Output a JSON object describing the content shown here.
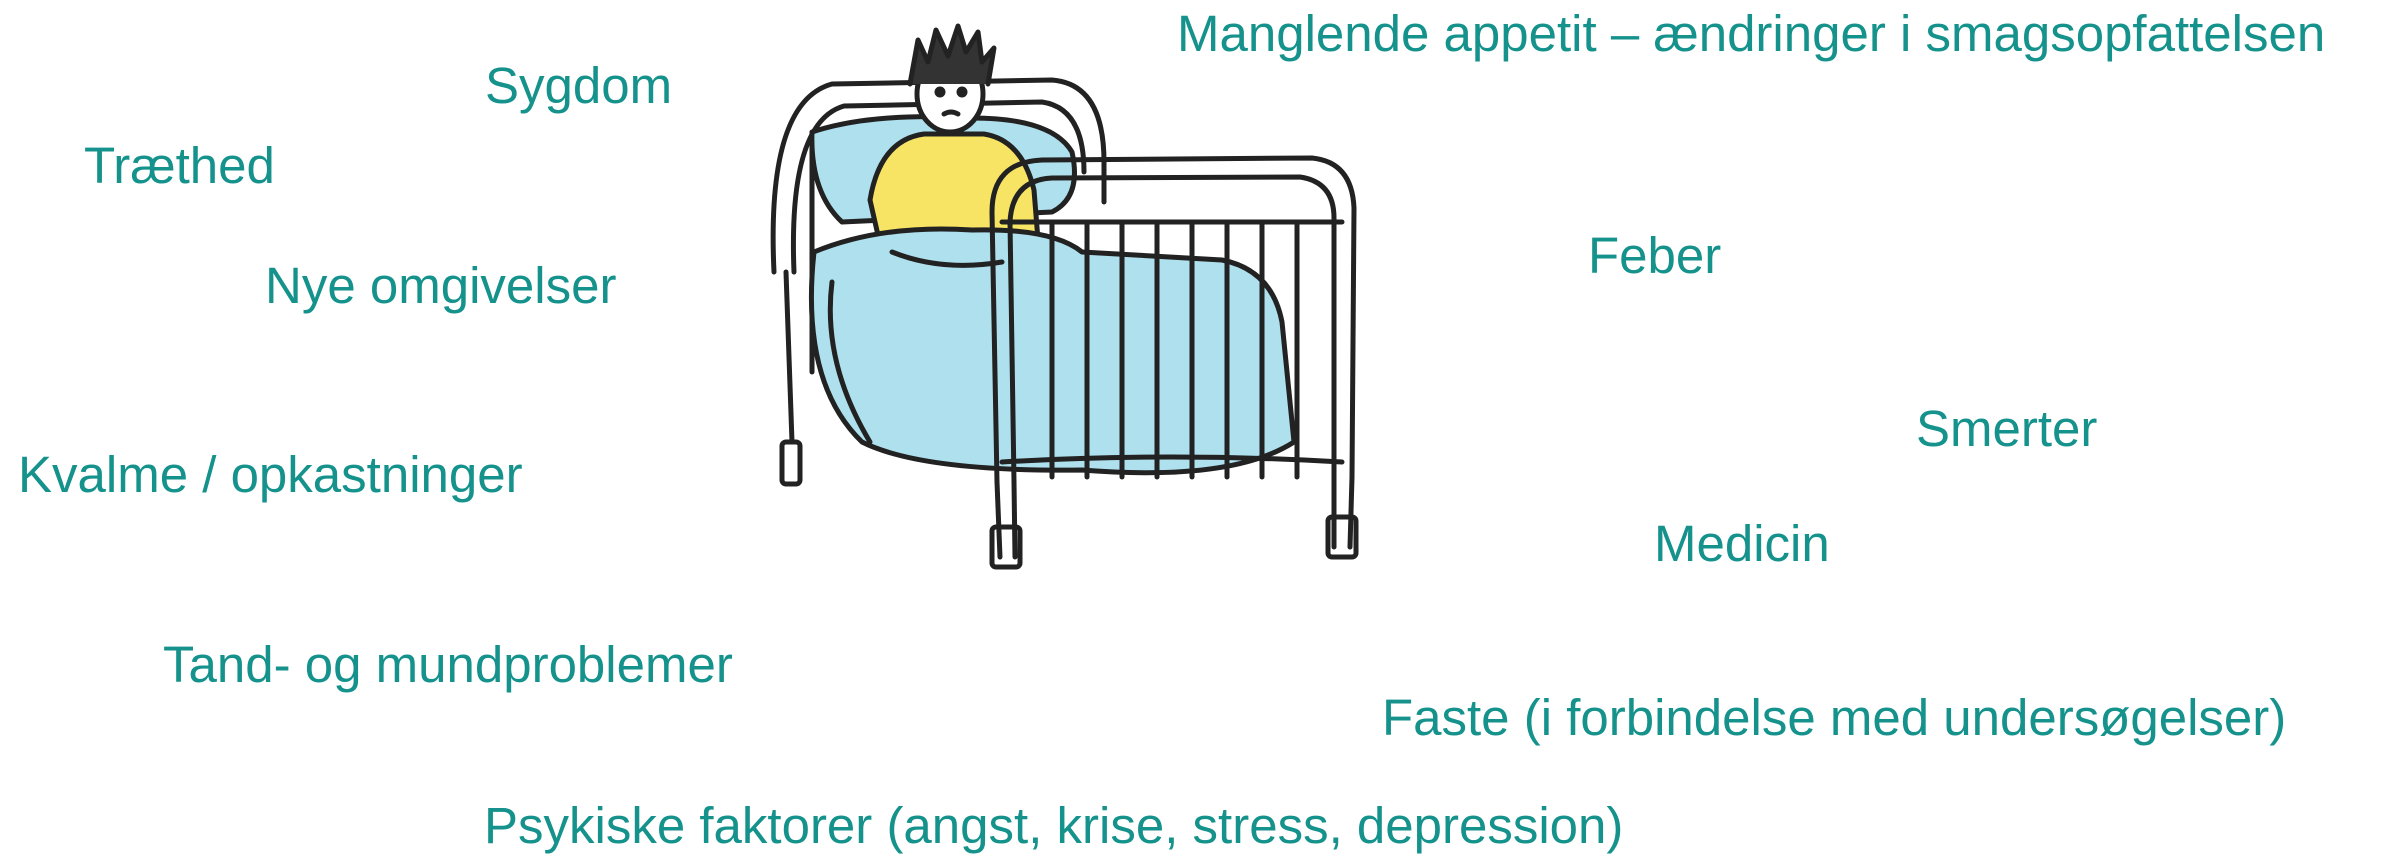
{
  "factors": {
    "sygdom": "Sygdom",
    "traethed": "Træthed",
    "nye_omgivelser": "Nye omgivelser",
    "kvalme": "Kvalme / opkastninger",
    "tand": "Tand- og mundproblemer",
    "psykiske": "Psykiske faktorer (angst, krise, stress, depression)",
    "manglende_appetit": "Manglende appetit – ændringer i smagsopfattelsen",
    "feber": "Feber",
    "smerter": "Smerter",
    "medicin": "Medicin",
    "faste": "Faste (i forbindelse med undersøgelser)"
  },
  "illustration": {
    "subject": "child-in-hospital-bed"
  },
  "colors": {
    "text": "#15928c",
    "blanket": "#aee0ee",
    "sweater": "#f8e464",
    "outline": "#222222"
  }
}
